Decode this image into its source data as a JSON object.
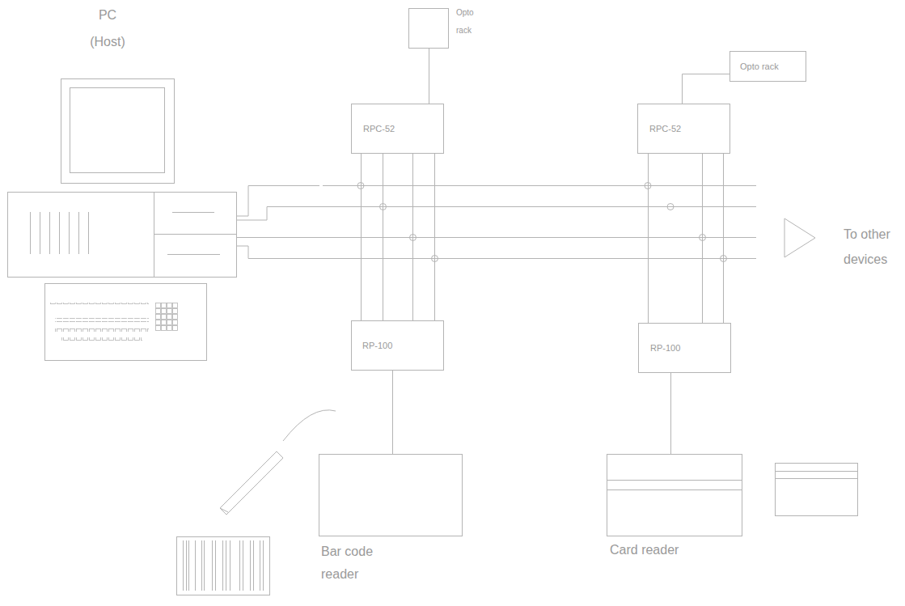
{
  "diagram": {
    "nodes": [
      {
        "text": [
          "Opto rack"
        ]
      },
      {
        "text": [
          "RPC-52"
        ]
      },
      {
        "text": [
          "RP-100"
        ]
      },
      {
        "text": [
          "Bar code reader"
        ]
      },
      {
        "text": [
          "Opto rack"
        ]
      },
      {
        "text": [
          "RPC-52"
        ]
      },
      {
        "text": [
          "RP-100"
        ]
      },
      {
        "text": [
          "Card reader"
        ]
      }
    ],
    "edges": [
      {
        "from": 0,
        "to": 1,
        "arrow": "none"
      },
      {
        "from": 1,
        "to": 2,
        "arrow": "none"
      },
      {
        "from": 2,
        "to": 3,
        "arrow": "none"
      },
      {
        "from": 4,
        "to": 5,
        "arrow": "none"
      },
      {
        "from": 5,
        "to": 6,
        "arrow": "none"
      },
      {
        "from": 6,
        "to": 7,
        "arrow": "none"
      }
    ],
    "labels": [
      "PC (Host)",
      "To other devices"
    ]
  }
}
